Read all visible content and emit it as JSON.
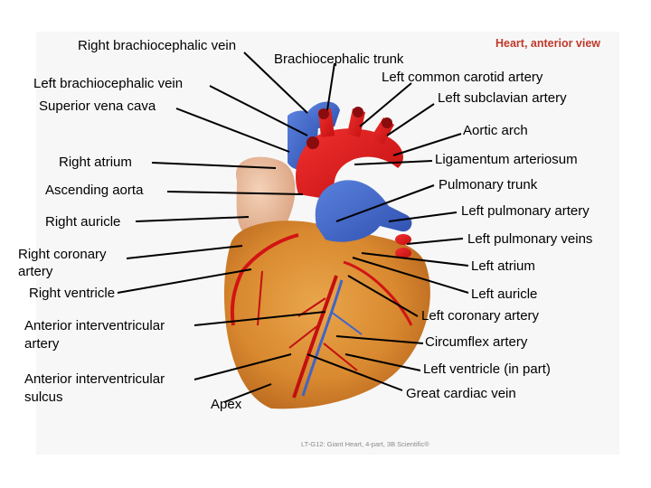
{
  "title": "Heart, anterior view",
  "credit": "LT-G12: Giant Heart, 4-part, 3B Scientific®",
  "labels": {
    "right_brachiocephalic_vein": "Right brachiocephalic vein",
    "brachiocephalic_trunk": "Brachiocephalic trunk",
    "left_common_carotid_artery": "Left common carotid artery",
    "left_subclavian_artery": "Left subclavian artery",
    "left_brachiocephalic_vein": "Left brachiocephalic vein",
    "superior_vena_cava": "Superior vena cava",
    "aortic_arch": "Aortic arch",
    "right_atrium": "Right atrium",
    "ligamentum_arteriosum": "Ligamentum arteriosum",
    "ascending_aorta": "Ascending aorta",
    "pulmonary_trunk": "Pulmonary trunk",
    "right_auricle": "Right auricle",
    "left_pulmonary_artery": "Left pulmonary artery",
    "left_pulmonary_veins": "Left pulmonary veins",
    "right_coronary_artery_1": "Right coronary",
    "right_coronary_artery_2": "artery",
    "left_atrium": "Left atrium",
    "right_ventricle": "Right ventricle",
    "left_auricle": "Left auricle",
    "left_coronary_artery": "Left coronary artery",
    "anterior_interventricular_artery_1": "Anterior interventricular",
    "anterior_interventricular_artery_2": "artery",
    "circumflex_artery": "Circumflex artery",
    "left_ventricle": "Left ventricle (in part)",
    "anterior_interventricular_sulcus_1": "Anterior interventricular",
    "anterior_interventricular_sulcus_2": "sulcus",
    "apex": "Apex",
    "great_cardiac_vein": "Great cardiac vein"
  },
  "colors": {
    "myocardium": "#d9892f",
    "artery_red": "#e01818",
    "vein_blue": "#3f64c8",
    "fat_pink": "#e8b89a",
    "title_red": "#c0392b"
  }
}
